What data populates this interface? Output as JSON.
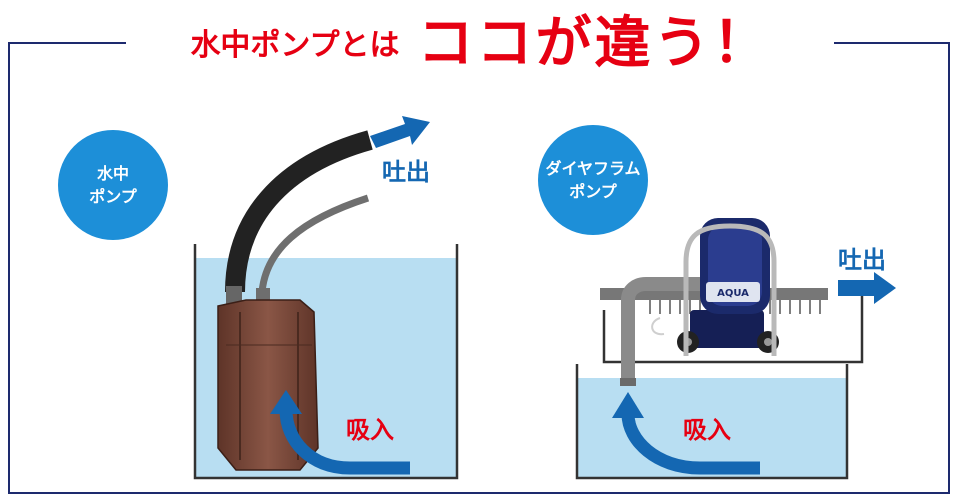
{
  "headline": {
    "prefix": "水中ポンプとは",
    "emphasis": "ココが違う！"
  },
  "left_panel": {
    "badge_line1": "水中",
    "badge_line2": "ポンプ",
    "discharge_label": "吐出",
    "intake_label": "吸入"
  },
  "right_panel": {
    "badge_line1": "ダイヤフラム",
    "badge_line2": "ポンプ",
    "discharge_label": "吐出",
    "intake_label": "吸入",
    "pump_brand": "AQUA"
  },
  "colors": {
    "frame": "#1d2a6e",
    "headline_red": "#e60012",
    "badge_blue": "#1d8fd8",
    "arrow_blue": "#1467b2",
    "water": "#b8def2",
    "pump_body": "#7a4a3c",
    "pump_housing": "#1b2a6b"
  },
  "icons": {
    "discharge_arrow": "arrow-right-icon",
    "intake_arrow": "curved-arrow-up-icon"
  }
}
